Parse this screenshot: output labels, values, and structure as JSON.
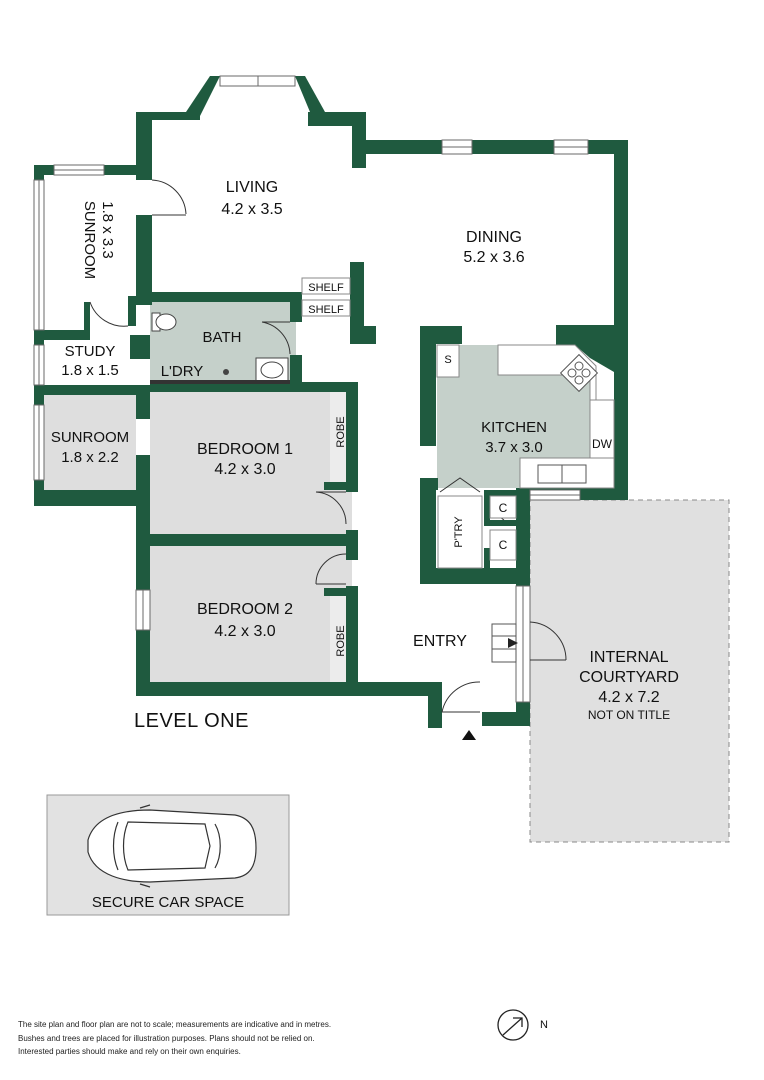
{
  "level_title": "LEVEL ONE",
  "rooms": {
    "living": {
      "name": "LIVING",
      "size": "4.2 x 3.5"
    },
    "dining": {
      "name": "DINING",
      "size": "5.2 x 3.6"
    },
    "sunroom_top": {
      "name": "SUNROOM",
      "size": "1.8 x 3.3"
    },
    "study": {
      "name": "STUDY",
      "size": "1.8 x 1.5"
    },
    "bath": {
      "name": "BATH"
    },
    "laundry": {
      "name": "L'DRY"
    },
    "kitchen": {
      "name": "KITCHEN",
      "size": "3.7 x 3.0"
    },
    "sunroom_bottom": {
      "name": "SUNROOM",
      "size": "1.8 x 2.2"
    },
    "bedroom1": {
      "name": "BEDROOM 1",
      "size": "4.2 x 3.0"
    },
    "bedroom2": {
      "name": "BEDROOM 2",
      "size": "4.2 x 3.0"
    },
    "entry": {
      "name": "ENTRY"
    },
    "courtyard": {
      "name_line1": "INTERNAL",
      "name_line2": "COURTYARD",
      "size": "4.2 x 7.2",
      "note": "NOT ON TITLE"
    }
  },
  "fixtures": {
    "shelf1": "SHELF",
    "shelf2": "SHELF",
    "robe1": "ROBE",
    "robe2": "ROBE",
    "pantry": "P'TRY",
    "cupboard1": "C",
    "cupboard2": "C",
    "dishwasher": "DW",
    "s_mark": "S"
  },
  "car_space": {
    "label": "SECURE CAR SPACE"
  },
  "compass": {
    "label": "N"
  },
  "disclaimer": {
    "line1": "The site plan and floor plan are not to scale; measurements are indicative and in metres.",
    "line2": "Bushes and trees are placed for illustration purposes. Plans should not be relied on.",
    "line3": "Interested parties should make and rely on their own enquiries."
  },
  "colors": {
    "wall": "#1f5a3f",
    "wet_area": "#c5d0ca",
    "room_grey": "#dedede",
    "floor": "#ffffff"
  }
}
